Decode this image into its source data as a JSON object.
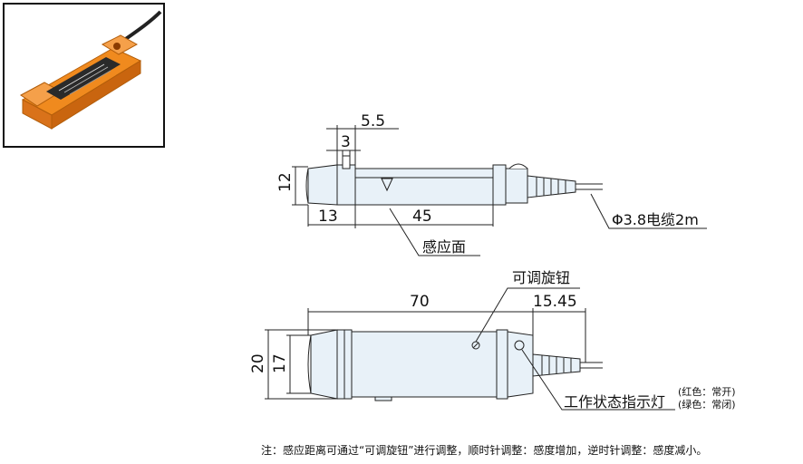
{
  "top_view": {
    "dim_top": "5.5",
    "dim_slot": "3",
    "dim_height": "12",
    "dim_left": "13",
    "dim_body": "45",
    "label_sensing_face": "感应面",
    "label_cable": "Φ3.8电缆2m"
  },
  "front_view": {
    "dim_total": "70",
    "dim_cable": "15.45",
    "dim_height_outer": "20",
    "dim_height_inner": "17",
    "label_knob": "可调旋钮",
    "label_indicator": "工作状态指示灯",
    "indicator_red": "(红色：常开)",
    "indicator_green": "(绿色：常闭)"
  },
  "note": "注：感应距离可通过“可调旋钮”进行调整，顺时针调整：感度增加，逆时针调整：感度减小。",
  "colors": {
    "sensor_body": "#e8f1f8",
    "outline": "#222222",
    "photo_orange": "#f08a1e"
  }
}
